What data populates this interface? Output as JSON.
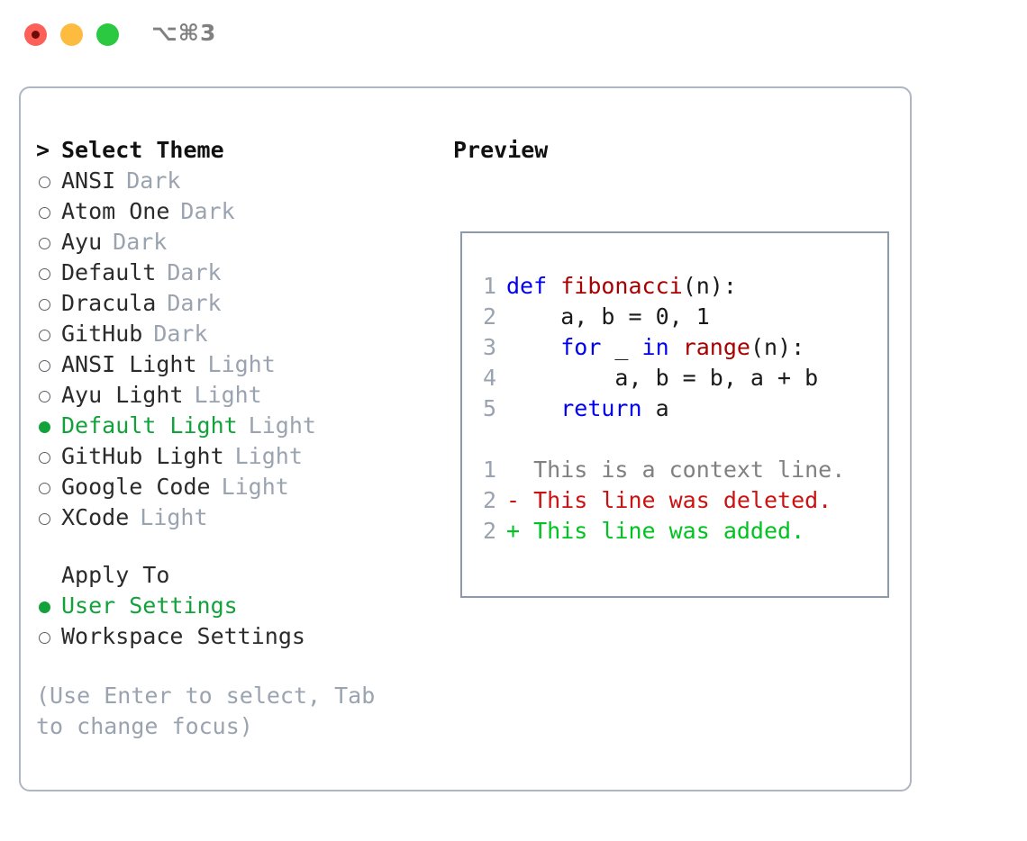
{
  "window": {
    "shortcut": "⌥⌘3",
    "traffic_lights": [
      "close",
      "minimize",
      "maximize"
    ]
  },
  "theme_panel": {
    "header_prefix": ">",
    "header": "Select Theme",
    "items": [
      {
        "marker": "hollow",
        "name": "ANSI",
        "mode": "Dark",
        "selected": false
      },
      {
        "marker": "hollow",
        "name": "Atom One",
        "mode": "Dark",
        "selected": false
      },
      {
        "marker": "hollow",
        "name": "Ayu",
        "mode": "Dark",
        "selected": false
      },
      {
        "marker": "hollow",
        "name": "Default",
        "mode": "Dark",
        "selected": false
      },
      {
        "marker": "hollow",
        "name": "Dracula",
        "mode": "Dark",
        "selected": false
      },
      {
        "marker": "hollow",
        "name": "GitHub",
        "mode": "Dark",
        "selected": false
      },
      {
        "marker": "hollow",
        "name": "ANSI Light",
        "mode": "Light",
        "selected": false
      },
      {
        "marker": "hollow",
        "name": "Ayu Light",
        "mode": "Light",
        "selected": false
      },
      {
        "marker": "filled",
        "name": "Default Light",
        "mode": "Light",
        "selected": true
      },
      {
        "marker": "hollow",
        "name": "GitHub Light",
        "mode": "Light",
        "selected": false
      },
      {
        "marker": "hollow",
        "name": "Google Code",
        "mode": "Light",
        "selected": false
      },
      {
        "marker": "hollow",
        "name": "XCode",
        "mode": "Light",
        "selected": false
      }
    ]
  },
  "apply_to": {
    "heading": "Apply To",
    "options": [
      {
        "marker": "filled",
        "label": "User Settings",
        "selected": true
      },
      {
        "marker": "hollow",
        "label": "Workspace Settings",
        "selected": false
      }
    ]
  },
  "hint": "(Use Enter to select, Tab to change focus)",
  "preview": {
    "title": "Preview",
    "code_lines": [
      {
        "num": "1",
        "tokens": [
          {
            "t": "def ",
            "c": "kw"
          },
          {
            "t": "fibonacci",
            "c": "fn"
          },
          {
            "t": "(n):",
            "c": "plain"
          }
        ]
      },
      {
        "num": "2",
        "tokens": [
          {
            "t": "    a, b = 0, 1",
            "c": "plain"
          }
        ]
      },
      {
        "num": "3",
        "tokens": [
          {
            "t": "    ",
            "c": "plain"
          },
          {
            "t": "for",
            "c": "kw"
          },
          {
            "t": " _ ",
            "c": "plain"
          },
          {
            "t": "in",
            "c": "kw"
          },
          {
            "t": " ",
            "c": "plain"
          },
          {
            "t": "range",
            "c": "fn"
          },
          {
            "t": "(n):",
            "c": "plain"
          }
        ]
      },
      {
        "num": "4",
        "tokens": [
          {
            "t": "        a, b = b, a + b",
            "c": "plain"
          }
        ]
      },
      {
        "num": "5",
        "tokens": [
          {
            "t": "    ",
            "c": "plain"
          },
          {
            "t": "return",
            "c": "kw"
          },
          {
            "t": " a",
            "c": "plain"
          }
        ]
      }
    ],
    "diff_lines": [
      {
        "num": "1",
        "text": "  This is a context line.",
        "c": "diff-context"
      },
      {
        "num": "2",
        "text": "- This line was deleted.",
        "c": "diff-del"
      },
      {
        "num": "2",
        "text": "+ This line was added.",
        "c": "diff-add"
      }
    ]
  },
  "colors": {
    "accent_green": "#13a13b",
    "muted_gray": "#9aa3b0",
    "keyword_blue": "#0000ee",
    "function_red": "#aa0000",
    "diff_delete": "#cc1111",
    "diff_add": "#00c321",
    "border": "#aeb6c4",
    "preview_border": "#8d9aab",
    "traffic_close": "#fc6058",
    "traffic_minimize": "#fdbc40",
    "traffic_maximize": "#2bc941"
  }
}
